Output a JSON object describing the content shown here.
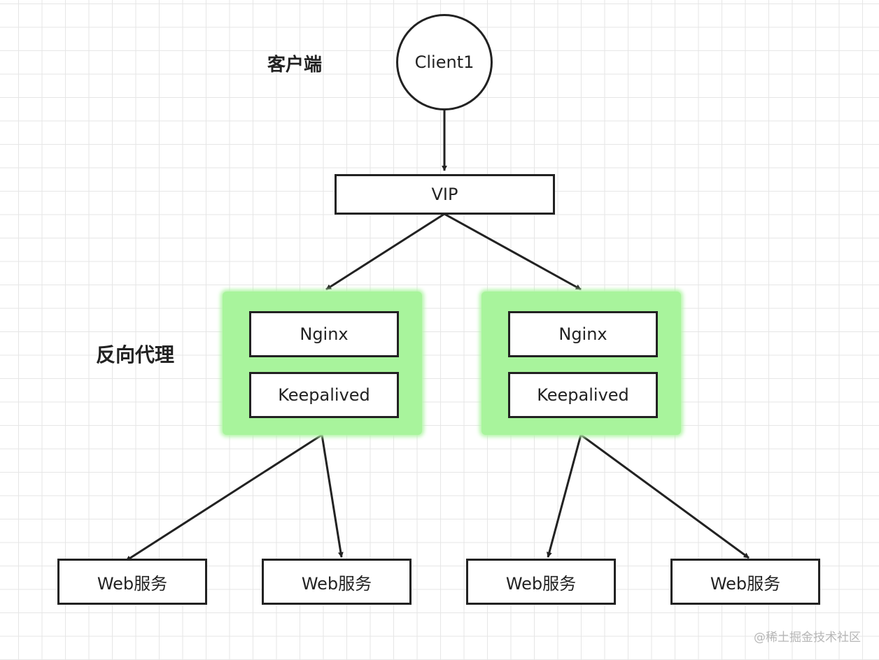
{
  "labels": {
    "client_tier": "客户端",
    "proxy_tier": "反向代理"
  },
  "nodes": {
    "client": "Client1",
    "vip": "VIP",
    "proxy_groups": [
      {
        "nginx": "Nginx",
        "keepalived": "Keepalived"
      },
      {
        "nginx": "Nginx",
        "keepalived": "Keepalived"
      }
    ],
    "web_servers": [
      "Web服务",
      "Web服务",
      "Web服务",
      "Web服务"
    ]
  },
  "colors": {
    "group_fill": "#a8f49c",
    "stroke": "#222222"
  },
  "watermark": "@稀土掘金技术社区"
}
